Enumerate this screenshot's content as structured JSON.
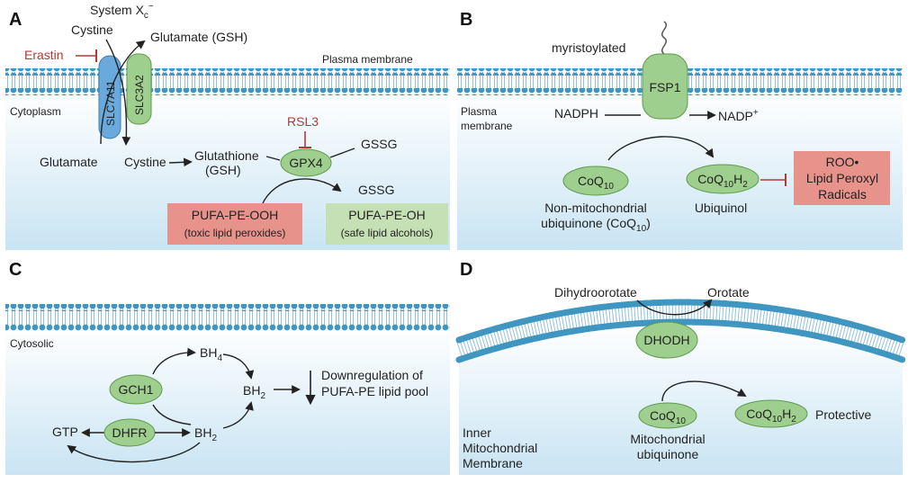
{
  "panels": {
    "A": {
      "letter": "A",
      "system": "System X",
      "system_sub": "c",
      "system_sup": "−",
      "cystine_out": "Cystine",
      "glutamate_gsh": "Glutamate (GSH)",
      "erastin": "Erastin",
      "plasma_membrane": "Plasma membrane",
      "slc7a11": "SLC7A11",
      "slc3a2": "SLC3A2",
      "cytoplasm": "Cytoplasm",
      "rsl3": "RSL3",
      "gssg1": "GSSG",
      "glutamate_in": "Glutamate",
      "cystine_in": "Cystine",
      "glutathione": "Glutathione",
      "gsh": "(GSH)",
      "gpx4": "GPX4",
      "gssg2": "GSSG",
      "pufa_ooh": "PUFA-PE-OOH",
      "pufa_ooh_sub": "(toxic lipid peroxides)",
      "pufa_oh": "PUFA-PE-OH",
      "pufa_oh_sub": "(safe lipid alcohols)"
    },
    "B": {
      "letter": "B",
      "myristoylated": "myristoylated",
      "fsp1": "FSP1",
      "plasma": "Plasma",
      "membrane": "membrane",
      "nadph": "NADPH",
      "nadp": "NADP",
      "nadp_sup": "+",
      "coq10": "CoQ",
      "coq10_sub": "10",
      "coq10h2": "CoQ",
      "coq10h2_sub": "10",
      "coq10h2_h": "H",
      "coq10h2_sub2": "2",
      "roo": "ROO•",
      "lipid_peroxyl": "Lipid Peroxyl",
      "radicals": "Radicals",
      "non_mito": "Non-mitochondrial",
      "ubiquinone": "ubiquinone (CoQ",
      "ubiquinone_sub": "10",
      "ubiquinone_end": ")",
      "ubiquinol": "Ubiquinol"
    },
    "C": {
      "letter": "C",
      "cytosolic": "Cytosolic",
      "bh4": "BH",
      "bh4_sub": "4",
      "gch1": "GCH1",
      "bh2_mid": "BH",
      "bh2_mid_sub": "2",
      "downreg1": "Downregulation of",
      "downreg2": "PUFA-PE lipid pool",
      "gtp": "GTP",
      "dhfr": "DHFR",
      "bh2_low": "BH",
      "bh2_low_sub": "2"
    },
    "D": {
      "letter": "D",
      "dihydroorotate": "Dihydroorotate",
      "orotate": "Orotate",
      "dhodh": "DHODH",
      "coq10": "CoQ",
      "coq10_sub": "10",
      "coq10h2": "CoQ",
      "coq10h2_sub": "10",
      "coq10h2_h": "H",
      "coq10h2_sub2": "2",
      "protective": "Protective",
      "mito": "Mitochondrial",
      "ubiq": "ubiquinone",
      "inner": "Inner",
      "mito_label": "Mitochondrial",
      "membrane": "Membrane"
    }
  },
  "colors": {
    "head": "#3f96c0",
    "cyto_top": "#ffffff",
    "cyto_bottom": "#c9e4f3",
    "enzyme_fill": "#9fcf8e",
    "enzyme_stroke": "#5e9a4d",
    "slc7a11_fill": "#6aa9db",
    "toxic_box": "#e8928c",
    "safe_box": "#c4e0b4",
    "inhibitor": "#b23a36"
  }
}
